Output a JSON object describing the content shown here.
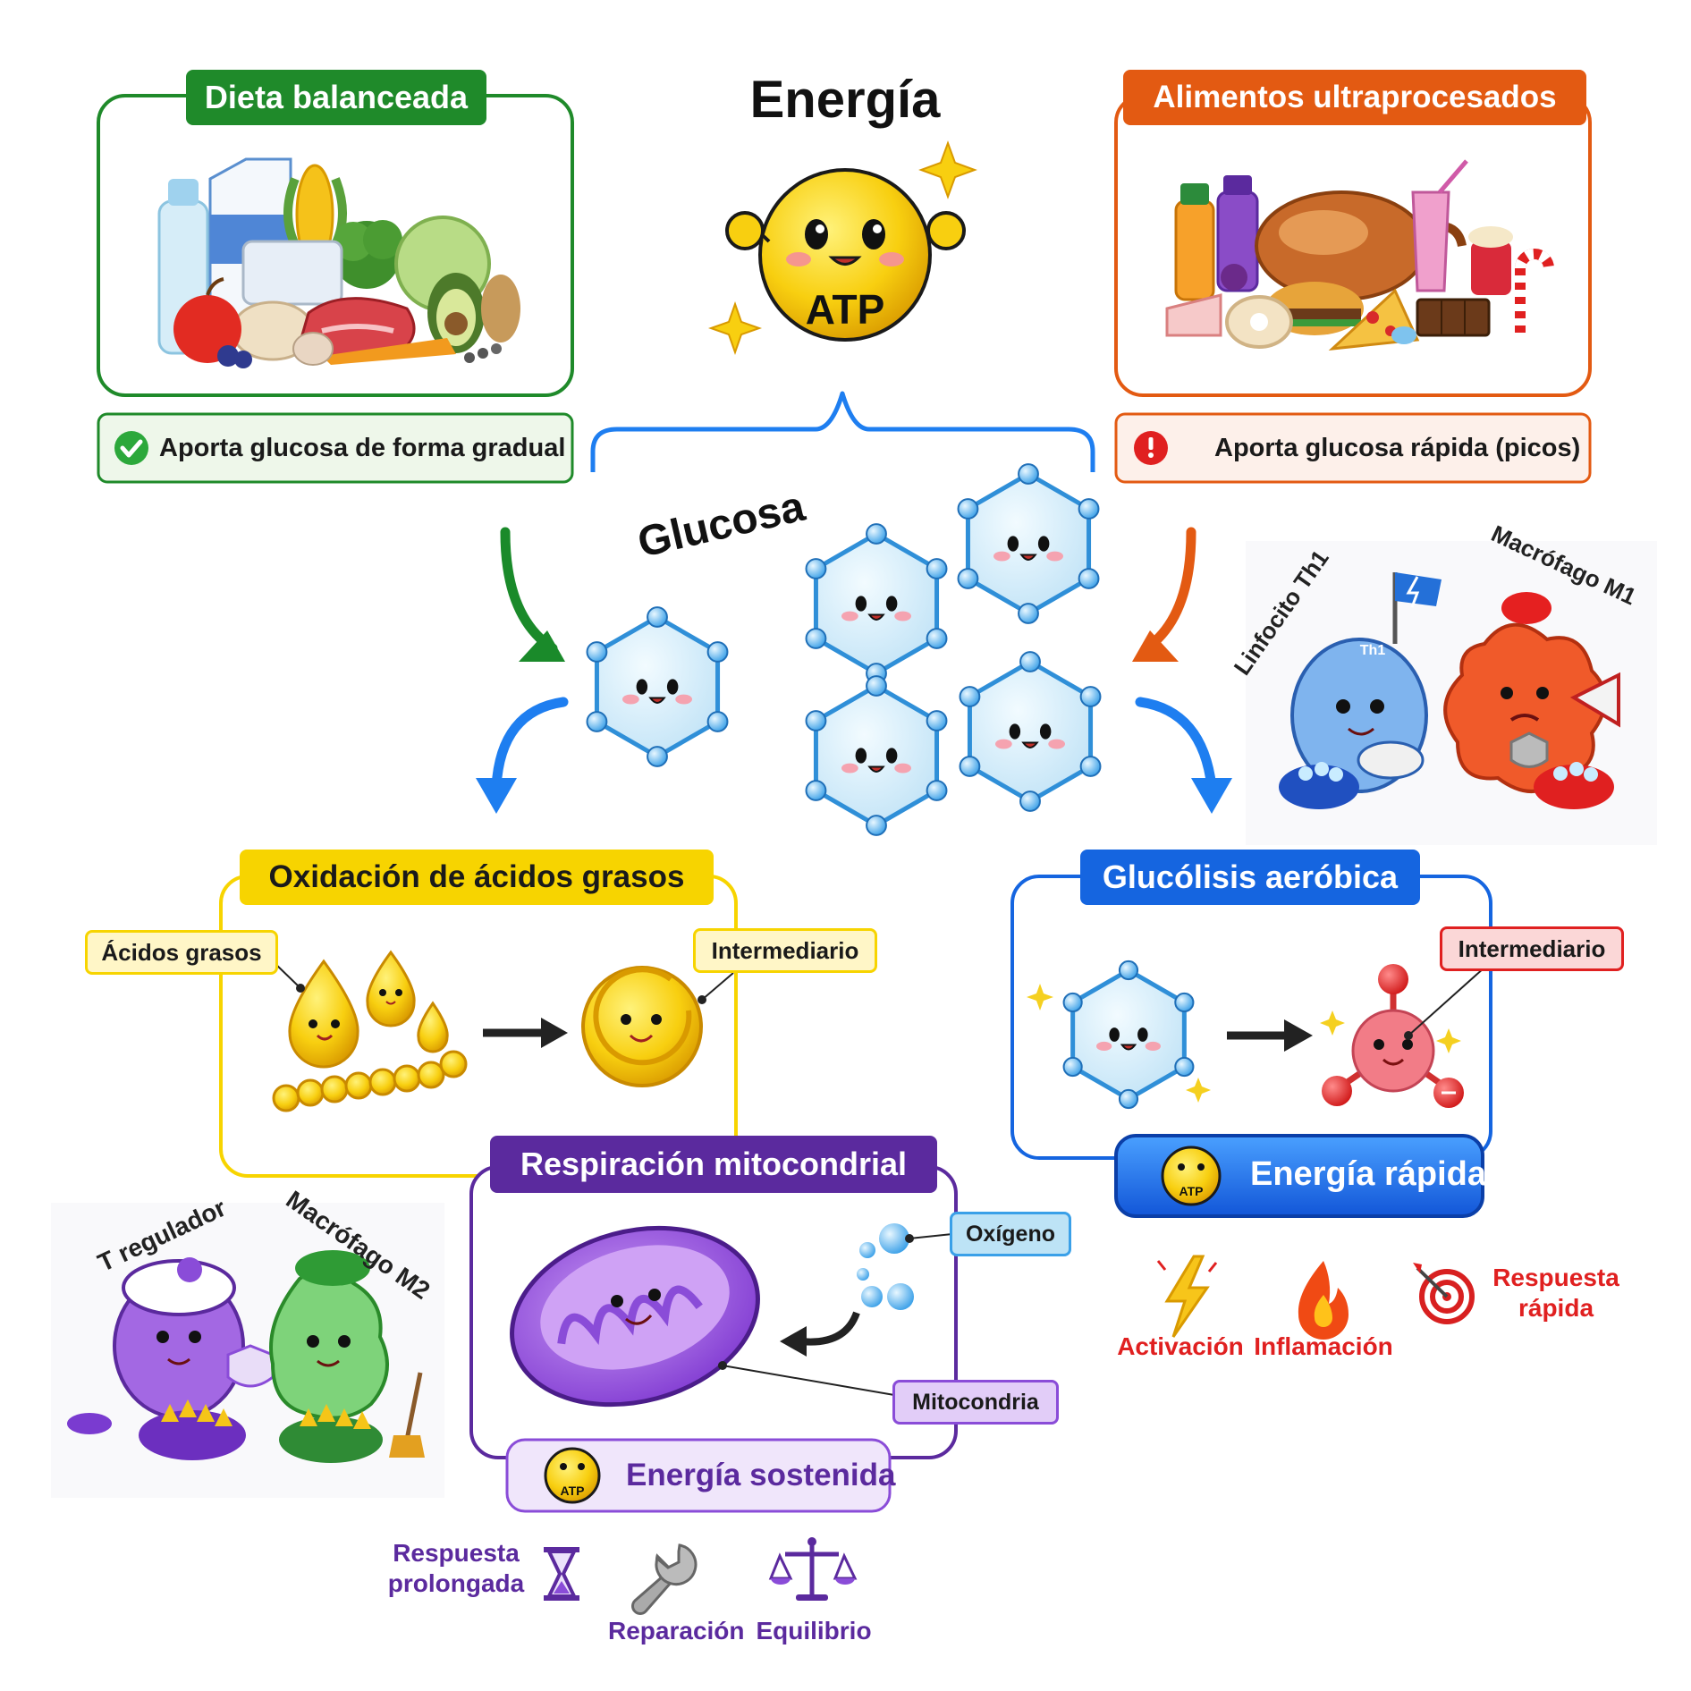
{
  "title": "Energía",
  "atp_label": "ATP",
  "glucose_label": "Glucosa",
  "dieta": {
    "title": "Dieta balanceada",
    "note": "Aporta glucosa de forma gradual"
  },
  "ultra": {
    "title": "Alimentos ultraprocesados",
    "note": "Aporta glucosa rápida (picos)"
  },
  "oxidacion": {
    "title": "Oxidación de ácidos grasos",
    "label_left": "Ácidos grasos",
    "label_right": "Intermediario"
  },
  "glucolisis": {
    "title": "Glucólisis aeróbica",
    "label_right": "Intermediario",
    "energy": "Energía rápida",
    "atp": "ATP"
  },
  "respiracion": {
    "title": "Respiración mitocondrial",
    "label_oxygen": "Oxígeno",
    "label_mito": "Mitocondria",
    "energy": "Energía sostenida",
    "atp": "ATP"
  },
  "cells_right": {
    "left_name": "Linfocito Th1",
    "right_name": "Macrófago M1",
    "flag_text": "Th1"
  },
  "cells_left": {
    "left_name": "T regulador",
    "right_name": "Macrófago M2"
  },
  "outcomes_fast": [
    {
      "label": "Activación",
      "icon": "lightning-icon"
    },
    {
      "label": "Inflamación",
      "icon": "fire-icon"
    },
    {
      "label": "Respuesta rápida",
      "icon": "target-icon"
    }
  ],
  "outcomes_slow": [
    {
      "label": "Respuesta prolongada",
      "icon": "hourglass-icon"
    },
    {
      "label": "Reparación",
      "icon": "wrench-icon"
    },
    {
      "label": "Equilibrio",
      "icon": "scale-icon"
    }
  ],
  "colors": {
    "green": "#1f8a2a",
    "orange": "#e35a12",
    "blue": "#1565e0",
    "yellow": "#f7d400",
    "purple": "#5b2a9e",
    "red": "#e02020"
  }
}
